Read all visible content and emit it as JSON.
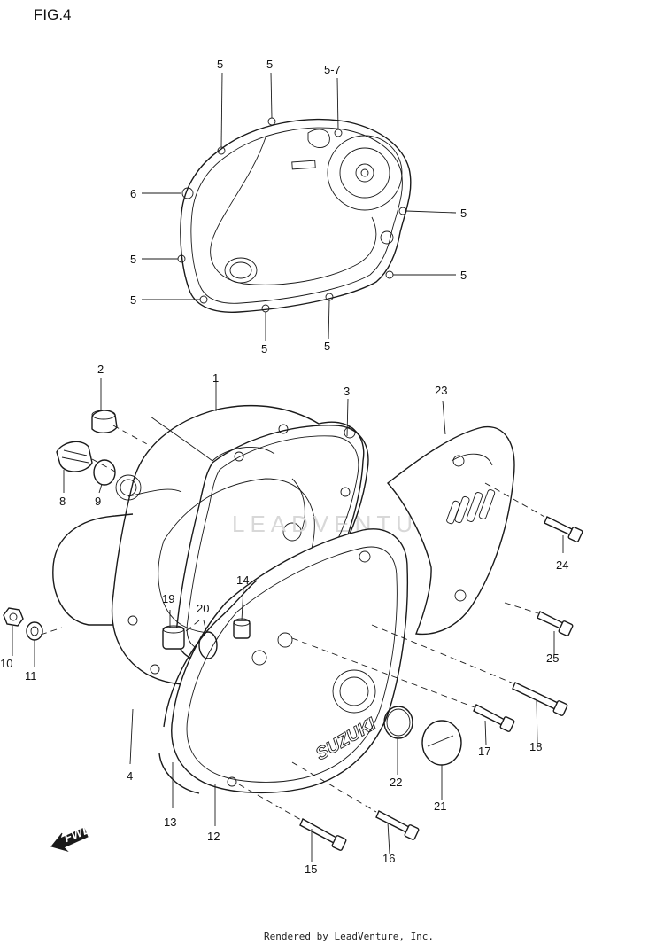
{
  "figure": {
    "title": "FIG.4",
    "credit": "Rendered by LeadVenture, Inc.",
    "watermark": "LEADVENTURE",
    "front_arrow_label": "FWD",
    "brand_emboss": "SUZUKI"
  },
  "callouts": {
    "c1": "1",
    "c2": "2",
    "c3": "3",
    "c4": "4",
    "c5a": "5",
    "c5b": "5",
    "c5c": "5-7",
    "c5d": "5",
    "c5e": "5",
    "c5f": "5",
    "c5g": "5",
    "c5h": "5",
    "c5i": "5",
    "c6": "6",
    "c8": "8",
    "c9": "9",
    "c10": "10",
    "c11": "11",
    "c12": "12",
    "c13": "13",
    "c14": "14",
    "c15": "15",
    "c16": "16",
    "c17": "17",
    "c18": "18",
    "c19": "19",
    "c20": "20",
    "c21": "21",
    "c22": "22",
    "c23": "23",
    "c24": "24",
    "c25": "25"
  }
}
